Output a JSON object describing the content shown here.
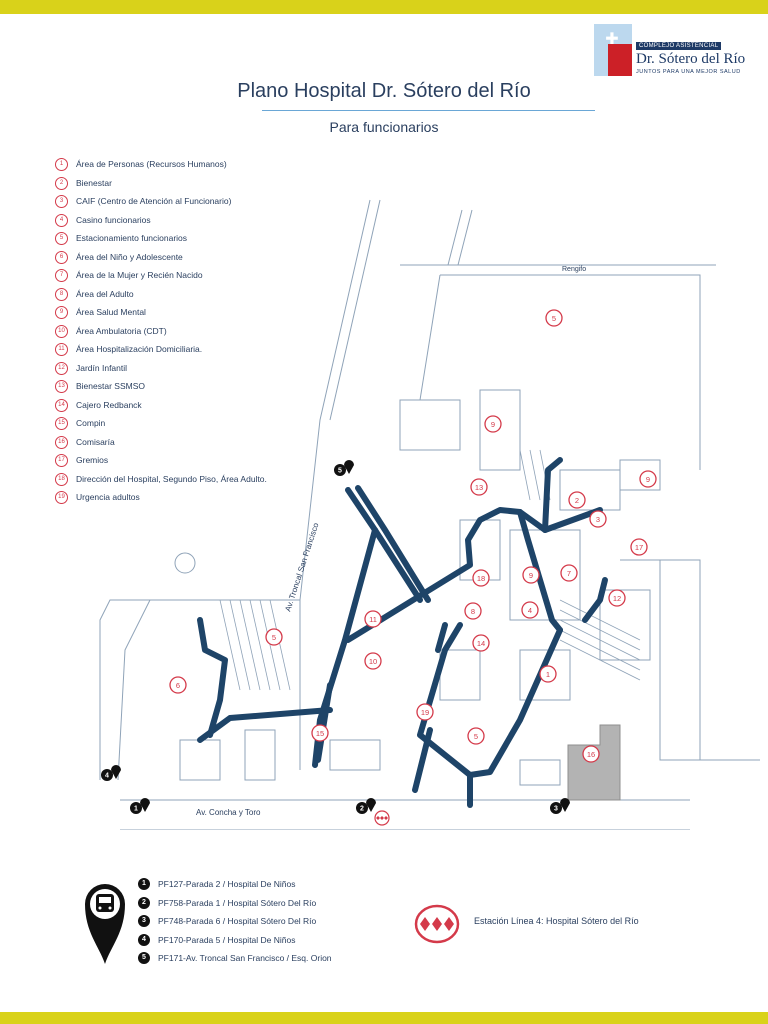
{
  "logo": {
    "tag": "COMPLEJO ASISTENCIAL",
    "name": "Dr. Sótero del Río",
    "sub": "JUNTOS PARA UNA MEJOR SALUD"
  },
  "title": "Plano Hospital Dr. Sótero del Río",
  "subtitle": "Para funcionarios",
  "legend": [
    {
      "n": "1",
      "label": "Área de Personas (Recursos Humanos)"
    },
    {
      "n": "2",
      "label": "Bienestar"
    },
    {
      "n": "3",
      "label": "CAIF (Centro de Atención al Funcionario)"
    },
    {
      "n": "4",
      "label": "Casino funcionarios"
    },
    {
      "n": "5",
      "label": "Estacionamiento funcionarios"
    },
    {
      "n": "6",
      "label": "Área del Niño y Adolescente"
    },
    {
      "n": "7",
      "label": "Área de la Mujer y Recién Nacido"
    },
    {
      "n": "8",
      "label": "Área del Adulto"
    },
    {
      "n": "9",
      "label": "Área Salud Mental"
    },
    {
      "n": "10",
      "label": "Área Ambulatoria (CDT)"
    },
    {
      "n": "11",
      "label": "Área Hospitalización Domiciliaria."
    },
    {
      "n": "12",
      "label": "Jardín Infantil"
    },
    {
      "n": "13",
      "label": "Bienestar SSMSO"
    },
    {
      "n": "14",
      "label": "Cajero Redbanck"
    },
    {
      "n": "15",
      "label": "Compin"
    },
    {
      "n": "16",
      "label": "Comisaría"
    },
    {
      "n": "17",
      "label": "Gremios"
    },
    {
      "n": "18",
      "label": "Dirección del Hospital, Segundo Piso, Área Adulto."
    },
    {
      "n": "19",
      "label": "Urgencia adultos"
    }
  ],
  "map": {
    "street_rengifo": "Rengifo",
    "street_troncal": "Av. Troncal San Francisco",
    "street_concha": "Av. Concha y Toro",
    "markers": [
      "5",
      "9",
      "9",
      "13",
      "2",
      "3",
      "17",
      "18",
      "9",
      "7",
      "12",
      "8",
      "4",
      "11",
      "5",
      "14",
      "1",
      "10",
      "6",
      "19",
      "15",
      "5",
      "16"
    ],
    "bus_stops": [
      "5",
      "4",
      "1",
      "2",
      "3"
    ]
  },
  "stops": [
    {
      "n": "1",
      "label": "PF127-Parada 2 / Hospital De Niños"
    },
    {
      "n": "2",
      "label": "PF758-Parada 1 / Hospital Sótero Del Río"
    },
    {
      "n": "3",
      "label": "PF748-Parada 6 / Hospital Sótero Del Río"
    },
    {
      "n": "4",
      "label": "PF170-Parada 5 / Hospital De Niños"
    },
    {
      "n": "5",
      "label": "PF171-Av. Troncal San Francisco / Esq. Orion"
    }
  ],
  "metro_label": "Estación Línea 4: Hospital Sótero del Río",
  "colors": {
    "band": "#d9d21a",
    "road": "#1e4468",
    "outline": "#8fa3b8",
    "marker": "#d43a4a"
  }
}
